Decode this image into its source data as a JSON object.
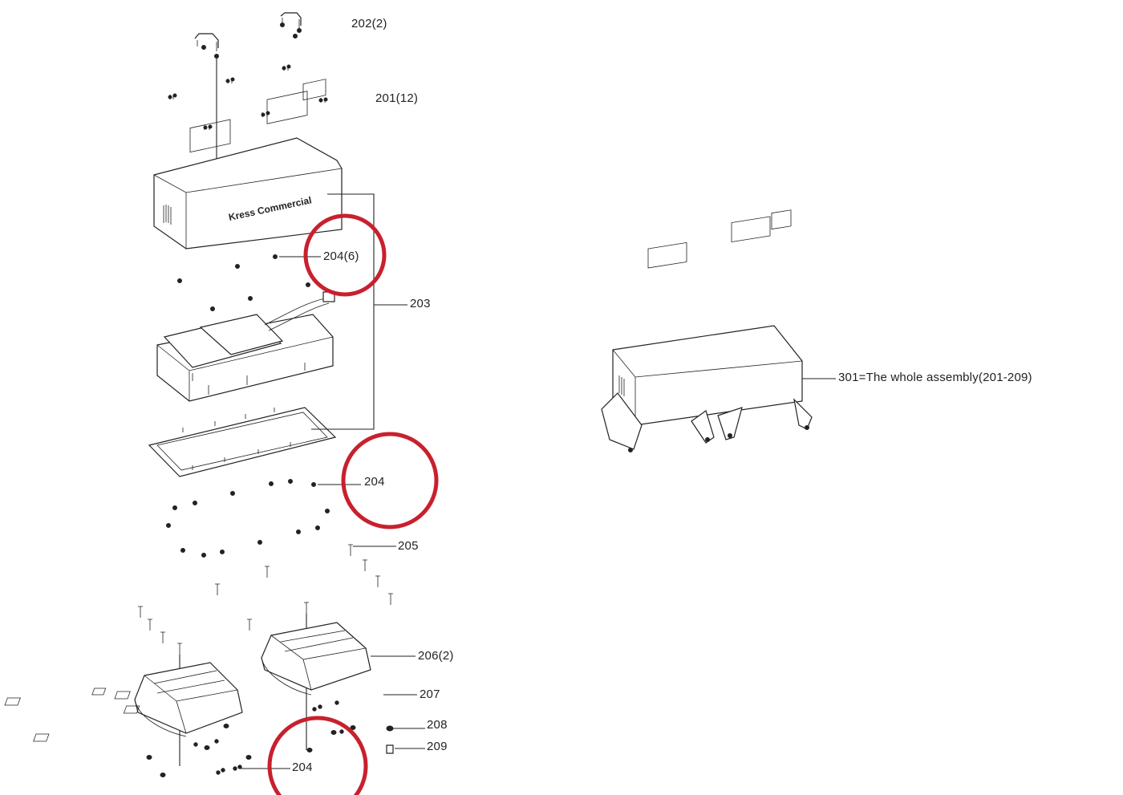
{
  "labels": {
    "l202": "202(2)",
    "l201": "201(12)",
    "l204_6": "204(6)",
    "l203": "203",
    "l204_a": "204",
    "l205": "205",
    "l206": "206(2)",
    "l207": "207",
    "l208": "208",
    "l209": "209",
    "l204_b": "204",
    "l301": "301=The whole assembly(201-209)"
  },
  "logo_text": "Kress Commercial",
  "colors": {
    "highlight": "#c8202e",
    "line": "#222222"
  }
}
